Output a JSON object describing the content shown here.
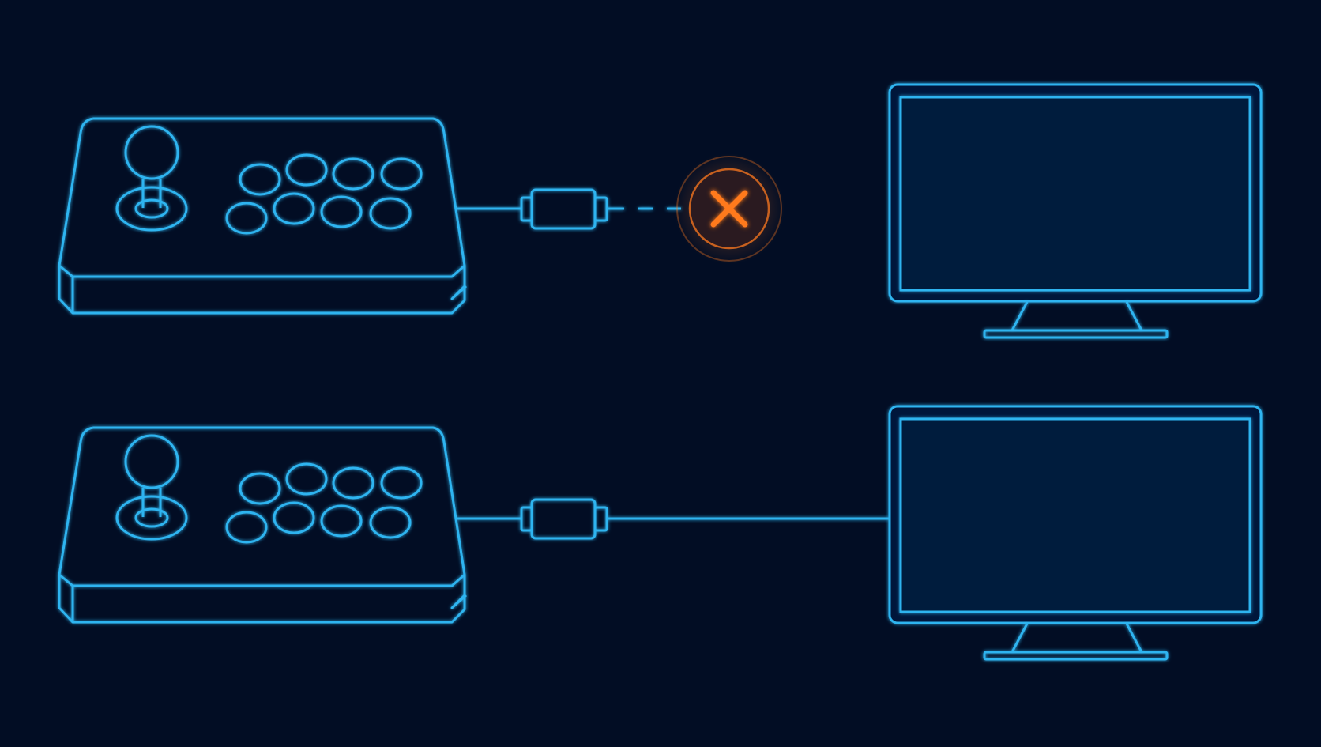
{
  "colors": {
    "background": "#020d24",
    "line": "#2fb4f0",
    "screen_fill": "#06193a",
    "error": "#ff7a1f"
  },
  "connections": [
    {
      "status": "failed",
      "icon": "x-mark-icon",
      "cable": "broken dashed"
    },
    {
      "status": "connected",
      "icon": "",
      "cable": "solid"
    }
  ]
}
